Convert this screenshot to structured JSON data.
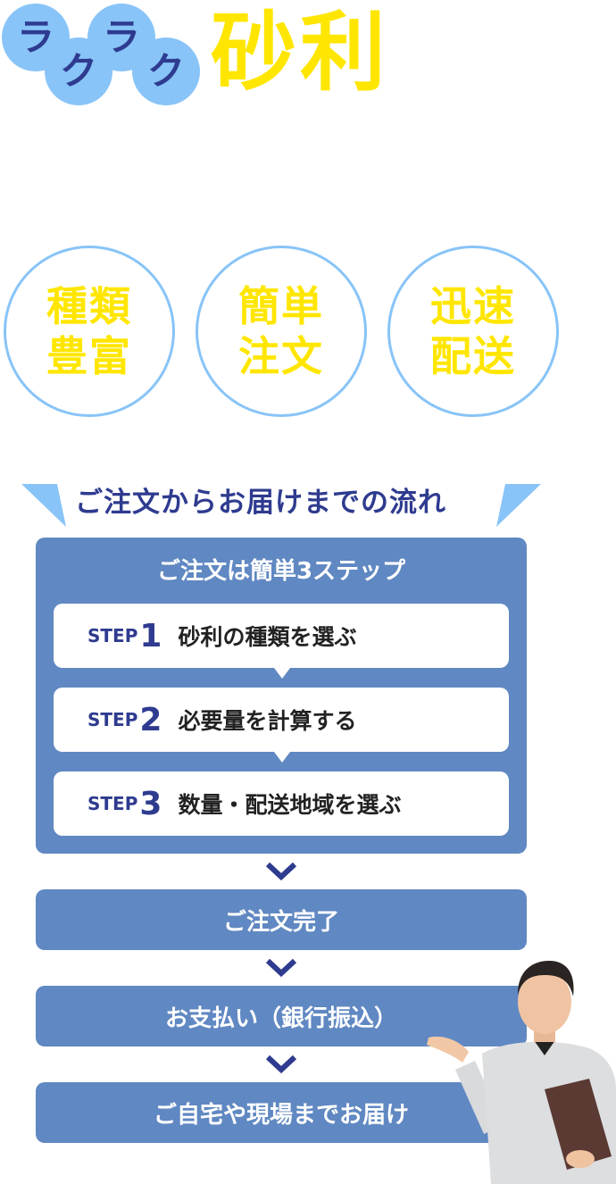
{
  "logo": {
    "bubbles": [
      "ラ",
      "ク",
      "ラ",
      "ク"
    ],
    "title": "砂利",
    "bubble_color": "#88c4f8",
    "bubble_text_color": "#2e3b8f",
    "title_color": "#ffe600"
  },
  "features": [
    {
      "line1": "種類",
      "line2": "豊富"
    },
    {
      "line1": "簡単",
      "line2": "注文"
    },
    {
      "line1": "迅速",
      "line2": "配送"
    }
  ],
  "flow": {
    "heading": "ご注文からお届けまでの流れ",
    "steps_title": "ご注文は簡単3ステップ",
    "step_label": "STEP",
    "steps": [
      {
        "num": "1",
        "text": "砂利の種類を選ぶ"
      },
      {
        "num": "2",
        "text": "必要量を計算する"
      },
      {
        "num": "3",
        "text": "数量・配送地域を選ぶ"
      }
    ],
    "stages": [
      "ご注文完了",
      "お支払い（銀行振込）",
      "ご自宅や現場までお届け"
    ]
  },
  "colors": {
    "accent_blue": "#6088c2",
    "navy": "#2e3b8f",
    "light_blue": "#88c4f8",
    "yellow": "#ffe600"
  },
  "image": {
    "person": "worker-in-uniform-holding-folder"
  }
}
